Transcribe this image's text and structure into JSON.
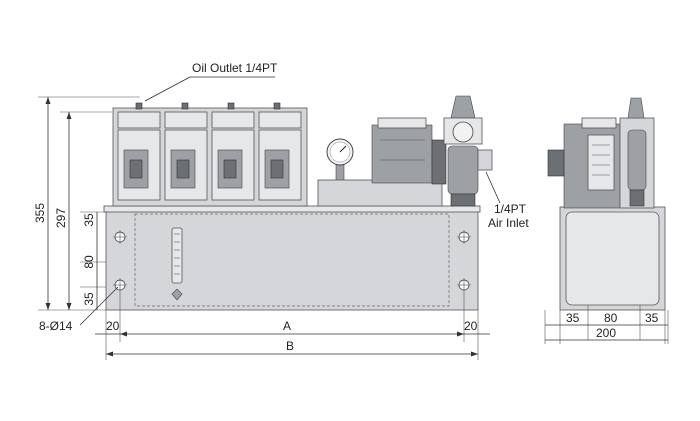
{
  "labels": {
    "oil_outlet": "Oil Outlet 1/4PT",
    "air_inlet_size": "1/4PT",
    "air_inlet": "Air Inlet",
    "holes": "8-Ø14"
  },
  "dimensions": {
    "height_total": "355",
    "height_body": "297",
    "v_top": "35",
    "v_mid": "80",
    "v_bot": "35",
    "left_offset": "20",
    "right_offset": "20",
    "width_a": "A",
    "width_b": "B",
    "side_left": "35",
    "side_mid": "80",
    "side_right": "35",
    "side_total": "200"
  },
  "colors": {
    "body": "#d4d6d9",
    "outline": "#555555",
    "dim_line": "#333333"
  }
}
